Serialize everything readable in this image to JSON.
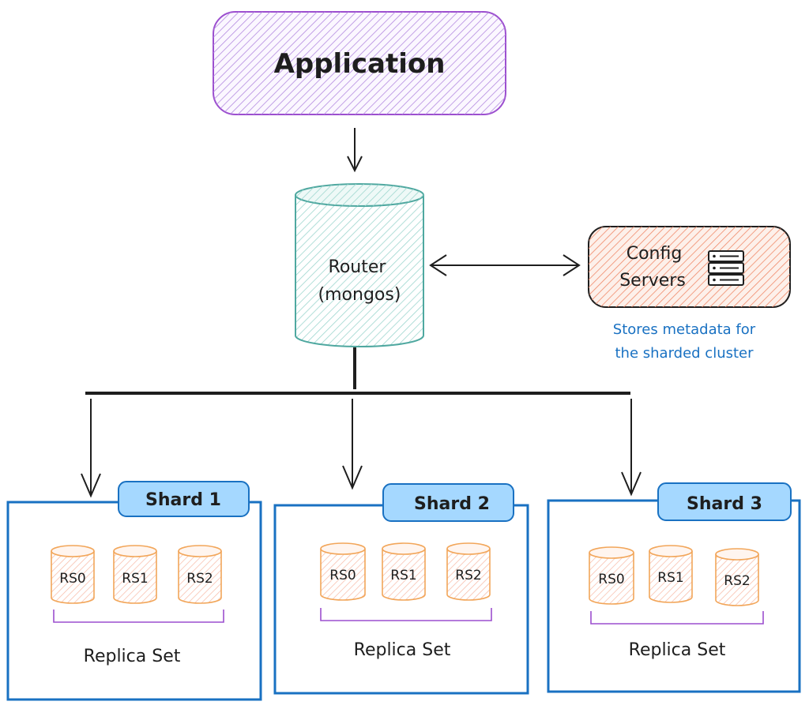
{
  "application": {
    "label": "Application"
  },
  "router": {
    "line1": "Router",
    "line2": "(mongos)"
  },
  "config": {
    "line1": "Config",
    "line2": "Servers",
    "icon": "server-stack-icon",
    "note_line1": "Stores metadata for",
    "note_line2": "the sharded cluster"
  },
  "shards": [
    {
      "title": "Shard 1",
      "members": [
        "RS0",
        "RS1",
        "RS2"
      ],
      "caption": "Replica Set"
    },
    {
      "title": "Shard 2",
      "members": [
        "RS0",
        "RS1",
        "RS2"
      ],
      "caption": "Replica Set"
    },
    {
      "title": "Shard 3",
      "members": [
        "RS0",
        "RS1",
        "RS2"
      ],
      "caption": "Replica Set"
    }
  ],
  "colors": {
    "application_stroke": "#9c4fcf",
    "application_hatch": "#b48be0",
    "router_stroke": "#4fa8a0",
    "router_hatch": "#9ed6cf",
    "config_stroke": "#1e1e1e",
    "config_hatch": "#f08a6a",
    "config_fill": "#fdf0ea",
    "note_text": "#1971c2",
    "shard_border": "#1971c2",
    "tab_fill": "#a5d8ff",
    "rs_stroke": "#f2a65a",
    "rs_hatch": "#f7b8a4",
    "bracket": "#9c4fcf"
  }
}
